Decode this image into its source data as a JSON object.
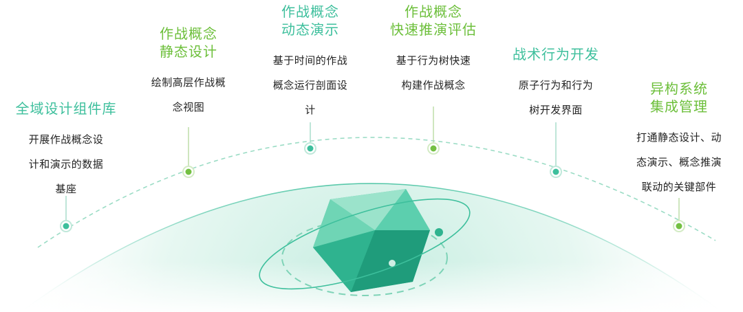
{
  "colors": {
    "teal": "#3dbf9c",
    "green": "#74c043",
    "text": "#222222"
  },
  "features": [
    {
      "id": "global-design-component-library",
      "title": [
        "全域设计组件库"
      ],
      "description": [
        "开展作战概念设",
        "计和演示的数据",
        "基座"
      ],
      "accent": "teal"
    },
    {
      "id": "static-design",
      "title": [
        "作战概念",
        "静态设计"
      ],
      "description": [
        "绘制高层作战概",
        "念视图"
      ],
      "accent": "green"
    },
    {
      "id": "dynamic-demo",
      "title": [
        "作战概念",
        "动态演示"
      ],
      "description": [
        "基于时间的作战",
        "概念运行剖面设",
        "计"
      ],
      "accent": "teal"
    },
    {
      "id": "rapid-deduction-evaluation",
      "title": [
        "作战概念",
        "快速推演评估"
      ],
      "description": [
        "基于行为树快速",
        "构建作战概念"
      ],
      "accent": "green"
    },
    {
      "id": "tactical-behavior-development",
      "title": [
        "战术行为开发"
      ],
      "description": [
        "原子行为和行为",
        "树开发界面"
      ],
      "accent": "teal"
    },
    {
      "id": "heterogeneous-system-integration",
      "title": [
        "异构系统",
        "集成管理"
      ],
      "description": [
        "打通静态设计、动",
        "态演示、概念推演",
        "联动的关键部件"
      ],
      "accent": "green"
    }
  ]
}
